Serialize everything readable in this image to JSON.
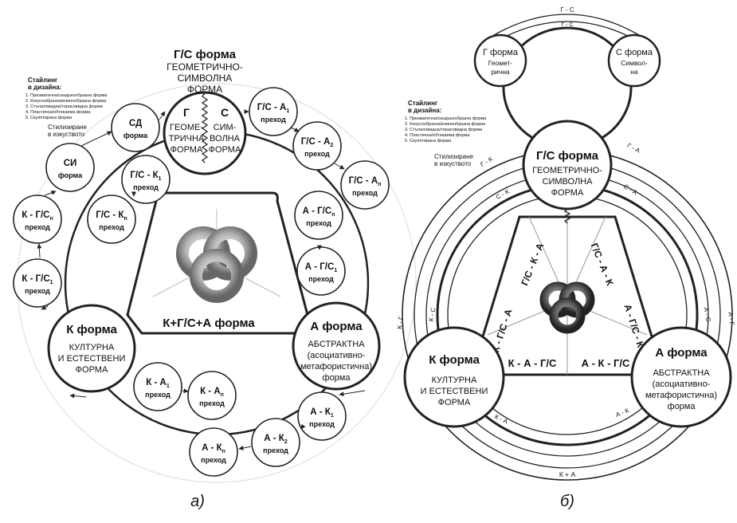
{
  "captions": {
    "a": "а)",
    "b": "б)"
  },
  "a": {
    "gs_title": "Г/С форма",
    "gs_sub1": "ГЕОМЕТРИЧНО-",
    "gs_sub2": "СИМВОЛНА",
    "gs_sub3": "ФОРМА",
    "g_letter": "Г",
    "g1": "ГЕОМЕ-",
    "g2": "ТРИЧНА",
    "g3": "ФОРМА",
    "s_letter": "С",
    "s1": "СИМ-",
    "s2": "ВОЛНА",
    "s3": "ФОРМА",
    "styling_title1": "Стайлинг",
    "styling_title2": "в дизайна:",
    "styling_items": [
      "1. Призматична/сандъкообразна форма",
      "2. Конусообразна/клинообразна форма",
      "3. Стъпаловидна/терасовидна форма",
      "4. Пластична/обтекаема форма",
      "5. Скулптирана форма"
    ],
    "stylize1": "Стилизиране",
    "stylize2": "в изкуството",
    "center_label": "К+Г/С+А форма",
    "k_title": "К форма",
    "k1": "КУЛТУРНА",
    "k2": "И ЕСТЕСТВЕНИ",
    "k3": "ФОРМА",
    "a_title": "А форма",
    "a1": "АБСТРАКТНА",
    "a2": "(асоциативно-",
    "a3": "метафористична)",
    "a4": "форма",
    "small": [
      {
        "t": "СД",
        "b": "форма"
      },
      {
        "t": "СИ",
        "b": "форма"
      },
      {
        "t": "К - Г/С",
        "s": "n",
        "b": "преход"
      },
      {
        "t": "К - Г/С",
        "s": "1",
        "b": "преход"
      },
      {
        "t": "Г/С - А",
        "s": "1",
        "b": "преход"
      },
      {
        "t": "Г/С - А",
        "s": "2",
        "b": "преход"
      },
      {
        "t": "Г/С - А",
        "s": "n",
        "b": "преход"
      },
      {
        "t": "Г/С - К",
        "s": "1",
        "b": "преход"
      },
      {
        "t": "Г/С - К",
        "s": "n",
        "b": "преход"
      },
      {
        "t": "А - Г/С",
        "s": "n",
        "b": "преход"
      },
      {
        "t": "А - Г/С",
        "s": "1",
        "b": "преход"
      },
      {
        "t": "К - А",
        "s": "1",
        "b": "преход"
      },
      {
        "t": "К - А",
        "s": "n",
        "b": "преход"
      },
      {
        "t": "А - К",
        "s": "1",
        "b": "преход"
      },
      {
        "t": "А - К",
        "s": "2",
        "b": "преход"
      },
      {
        "t": "А - К",
        "s": "n",
        "b": "преход"
      }
    ]
  },
  "b": {
    "g_title": "Г форма",
    "g1": "Геомет-",
    "g2": "рична",
    "s_title": "С форма",
    "s1": "Символ-",
    "s2": "на",
    "gs_top": "Г - С",
    "gs_inner": "Г - С",
    "styling_title1": "Стайлинг",
    "styling_title2": "в дизайна:",
    "styling_items": [
      "1. Призматична/сандъкообразна форма",
      "2. Конусообразна/клинообразна форма",
      "3. Стъпаловидна/терасовидна форма",
      "4. Пластична/обтекаема форма",
      "5. Скулптирана форма"
    ],
    "stylize1": "Стилизиране",
    "stylize2": "в изкуството",
    "gs_title": "Г/С форма",
    "gs1": "ГЕОМЕТРИЧНО-",
    "gs2": "СИМВОЛНА",
    "gs3": "ФОРМА",
    "k_title": "К форма",
    "k1": "КУЛТУРНА",
    "k2": "И ЕСТЕСТВЕНИ",
    "k3": "ФОРМА",
    "a_title": "А форма",
    "a1": "АБСТРАКТНА",
    "a2": "(асоциативно-",
    "a3": "метафористична)",
    "a4": "форма",
    "seg_gsk": "Г/С - К - А",
    "seg_gsa": "Г/С - А - К",
    "seg_kgs": "К - Г/С - А",
    "seg_agsk": "А - Г/С - К",
    "seg_ka": "К - А - Г/С",
    "seg_ak": "А - К - Г/С",
    "arc_gk": "Г - К",
    "arc_ck": "С - К",
    "arc_ga": "Г - А",
    "arc_ca": "С - А",
    "arc_kg": "К - Г",
    "arc_kc": "К - С",
    "arc_ac": "А - С",
    "arc_ag": "А - Г",
    "arc_ka": "К - А",
    "arc_ak": "А - К",
    "arc_kpa": "К + А"
  }
}
